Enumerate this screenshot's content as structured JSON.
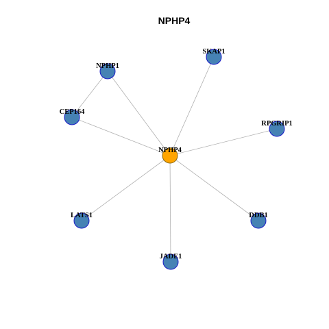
{
  "title": "NPHP4",
  "colors": {
    "hub_fill": "#FFA500",
    "hub_stroke": "#8B6914",
    "node_fill": "#4682B4",
    "node_stroke": "#1A1AC8",
    "edge": "#b0b0b0"
  },
  "nodes": [
    {
      "id": "NPHP4",
      "role": "hub"
    },
    {
      "id": "SKAP1",
      "role": "neighbor"
    },
    {
      "id": "NPHP1",
      "role": "neighbor"
    },
    {
      "id": "CEP164",
      "role": "neighbor"
    },
    {
      "id": "RPGRIP1",
      "role": "neighbor"
    },
    {
      "id": "LATS1",
      "role": "neighbor"
    },
    {
      "id": "DDB1",
      "role": "neighbor"
    },
    {
      "id": "JADE1",
      "role": "neighbor"
    }
  ],
  "edges": [
    [
      "NPHP4",
      "SKAP1"
    ],
    [
      "NPHP4",
      "NPHP1"
    ],
    [
      "NPHP4",
      "CEP164"
    ],
    [
      "NPHP4",
      "RPGRIP1"
    ],
    [
      "NPHP4",
      "LATS1"
    ],
    [
      "NPHP4",
      "DDB1"
    ],
    [
      "NPHP4",
      "JADE1"
    ],
    [
      "NPHP1",
      "CEP164"
    ]
  ]
}
